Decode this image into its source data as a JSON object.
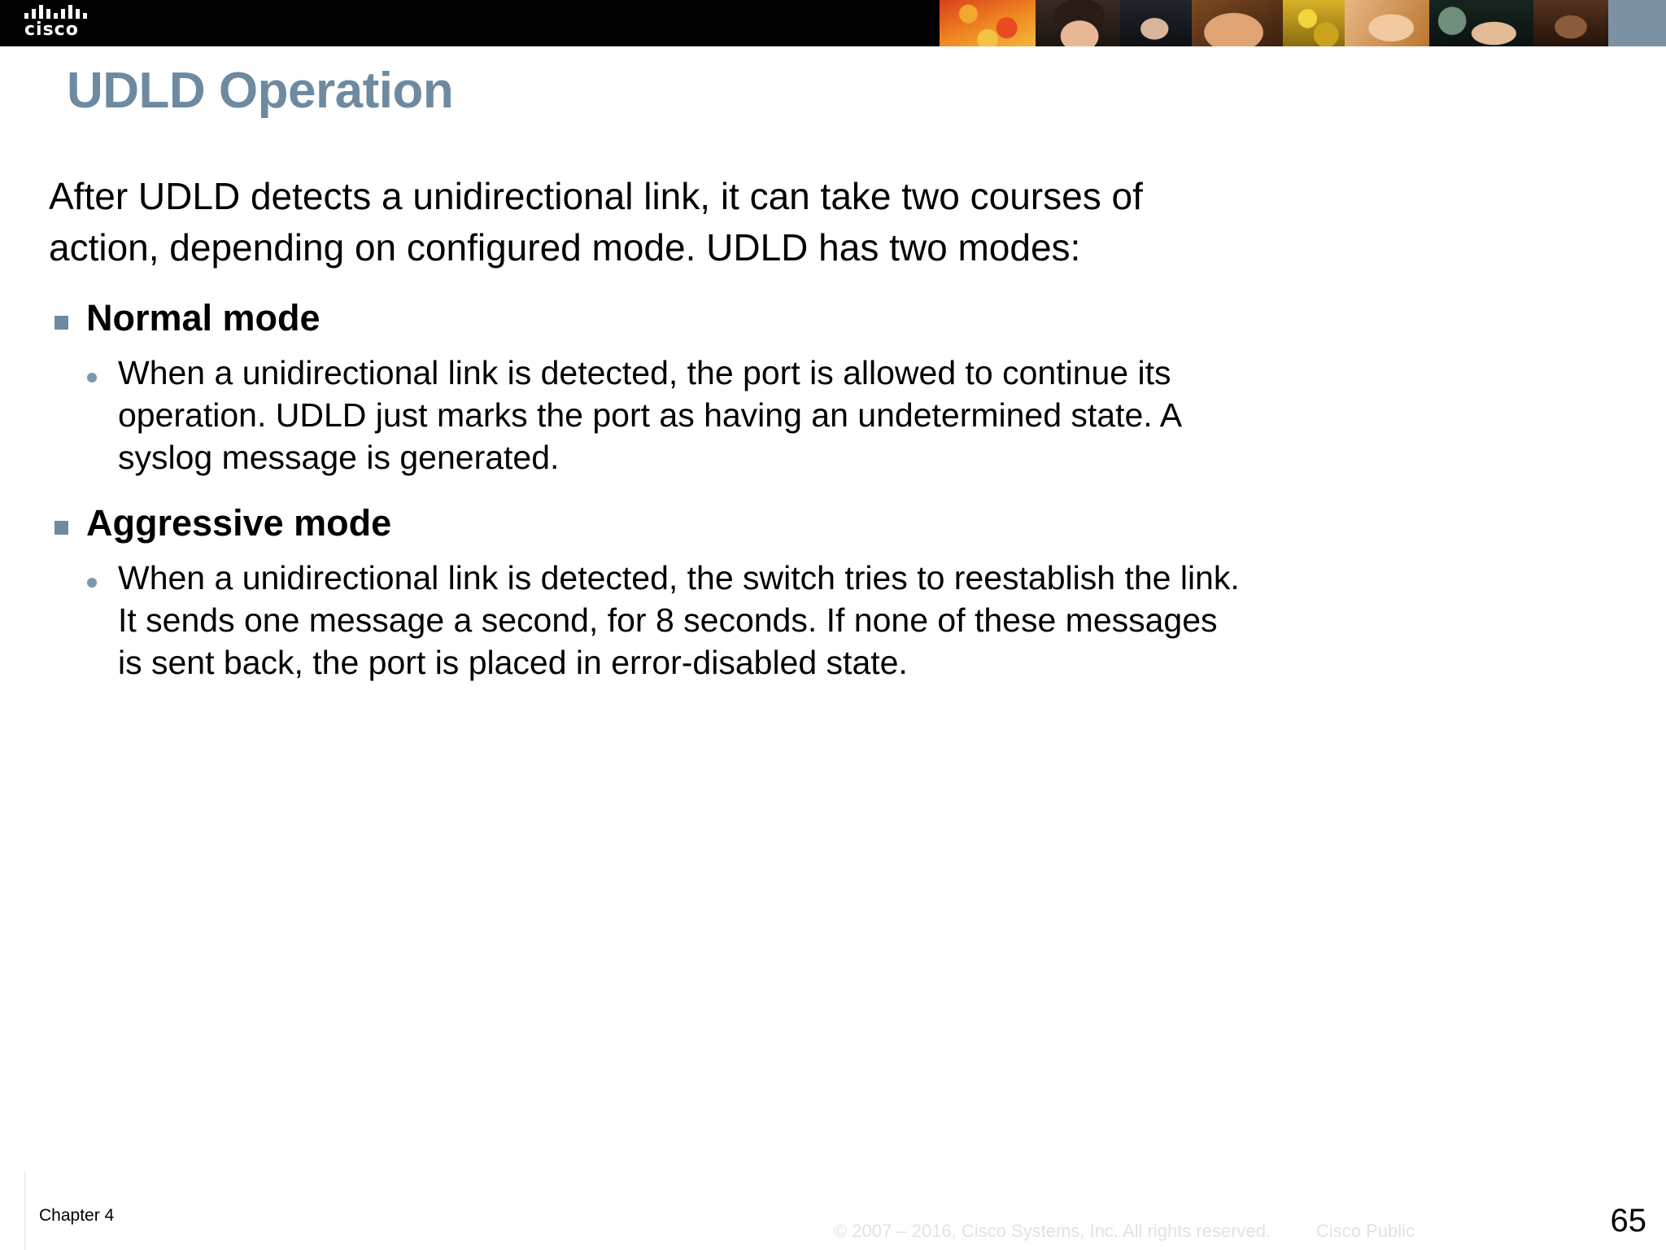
{
  "header": {
    "logo_text": "cisco",
    "logo_icon": "cisco-bars-logo",
    "photo_strip_icon": "people-montage-banner"
  },
  "slide": {
    "title": "UDLD Operation",
    "title_color": "#6d8aa0",
    "intro": "After UDLD detects a unidirectional link, it can take two courses of action, depending on configured mode. UDLD has two modes:",
    "bullets": [
      {
        "label": "Normal mode",
        "marker": "square-bullet",
        "sub": [
          {
            "text": "When a unidirectional link is detected, the port is allowed to continue its operation. UDLD just marks the port as having an undetermined state. A syslog message is generated.",
            "marker": "round-bullet"
          }
        ]
      },
      {
        "label": "Aggressive mode",
        "marker": "square-bullet",
        "sub": [
          {
            "text": "When a unidirectional link is detected, the switch tries to reestablish the link. It sends one message a second, for 8 seconds. If none of these messages is sent back, the port is placed in error-disabled state.",
            "marker": "round-bullet"
          }
        ]
      }
    ]
  },
  "footer": {
    "chapter": "Chapter 4",
    "copyright": "© 2007 – 2016, Cisco Systems, Inc. All rights reserved.",
    "classification": "Cisco Public",
    "page_number": "65"
  }
}
